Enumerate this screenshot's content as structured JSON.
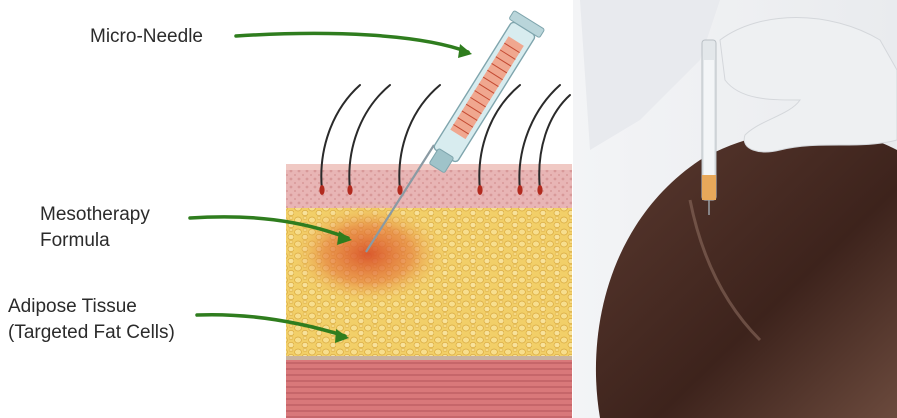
{
  "labels": {
    "needle": "Micro-Needle",
    "formula_line1": "Mesotherapy",
    "formula_line2": "Formula",
    "adipose_line1": "Adipose Tissue",
    "adipose_line2": "(Targeted Fat Cells)"
  },
  "colors": {
    "pointer": "#2f7d1e",
    "skin": "#e9b7b7",
    "fat": "#f1cc63",
    "muscle": "#d9787a",
    "injection": "#e2672e",
    "syringe": "#d8ecef",
    "hair_photo": "#4a2c24"
  }
}
